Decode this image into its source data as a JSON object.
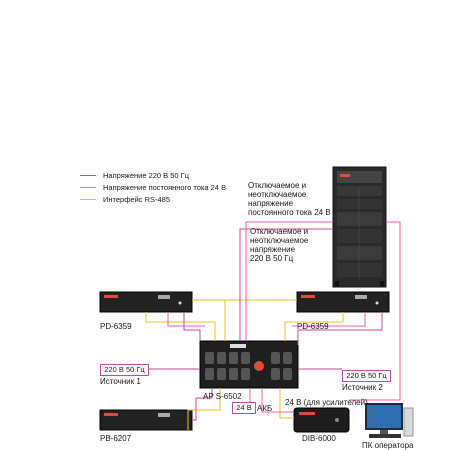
{
  "legend": [
    {
      "label": "Напряжение 220 В 50 Гц",
      "color": "#c04d9a"
    },
    {
      "label": "Напряжение постоянного тока 24 В",
      "color": "#ff5aa8"
    },
    {
      "label": "Интерфейс RS-485",
      "color": "#f0c31c"
    }
  ],
  "notes": {
    "rack_dc_line1": "Отключаемое и",
    "rack_dc_line2": "неотключаемое",
    "rack_dc_line3": "напряжение",
    "rack_dc_line4": "постоянного тока 24 В",
    "rack_ac_line1": "Отключаемое и",
    "rack_ac_line2": "неотключаемое",
    "rack_ac_line3": "напряжение",
    "rack_ac_line4": "220 В 50 Гц"
  },
  "devices": {
    "pd_left": "PD-6359",
    "pd_right": "PD-6359",
    "aps": "AP S-6502",
    "pb": "PB-6207",
    "dib": "DIB-6000",
    "pc": "ПК оператора"
  },
  "labels": {
    "source1_box": "220 В 50 Гц",
    "source1": "Источник 1",
    "source2_box": "220 В 50 Гц",
    "source2": "Источник 2",
    "battery_box": "24 В",
    "battery": "АКБ",
    "amplifiers": "24 В (для усилителей)"
  },
  "colors": {
    "ac": "#c04d9a",
    "dc": "#ff5aa8",
    "rs485": "#f0c31c",
    "device_dark": "#222222"
  }
}
